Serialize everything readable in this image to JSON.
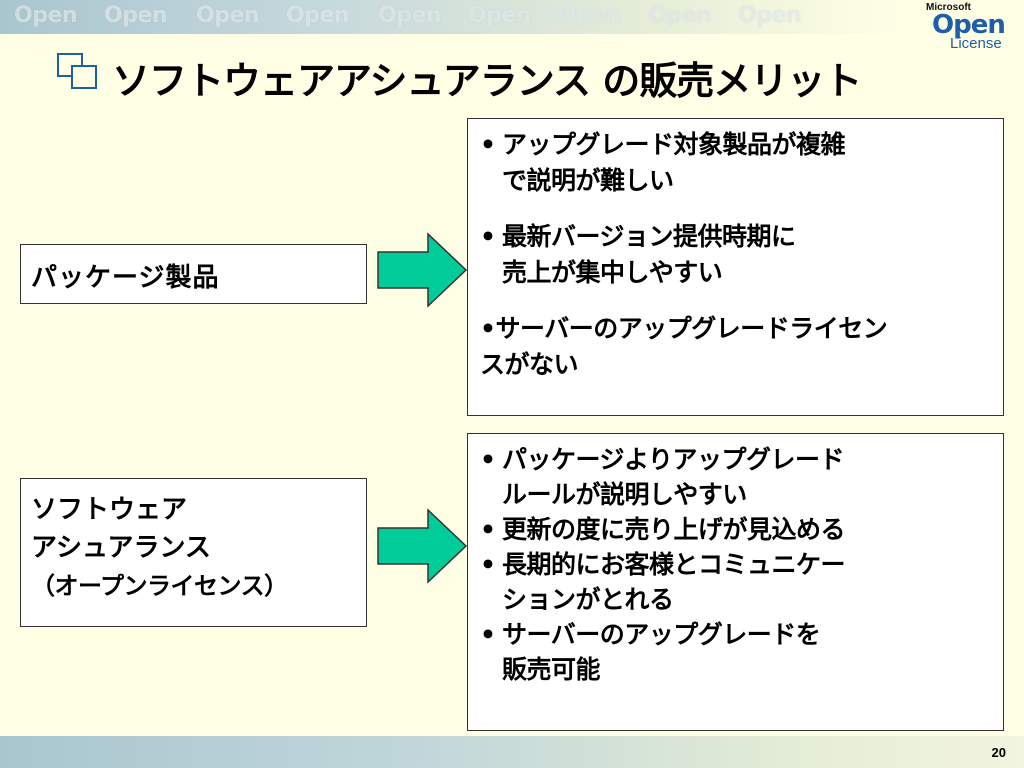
{
  "header": {
    "banner_words": [
      "Open",
      "Open",
      "Open",
      "Open",
      "Open",
      "Open",
      "Open",
      "Open",
      "Open"
    ],
    "logo": {
      "brand": "Microsoft",
      "product": "Open",
      "sub": "License"
    }
  },
  "slide": {
    "title": "ソフトウェアアシュアランス の販売メリット",
    "left": {
      "package_label": "パッケージ製品",
      "sa_label": {
        "line1": "ソフトウェア",
        "line2": "アシュアランス",
        "line3": "（オープンライセンス）"
      }
    },
    "package_points": [
      {
        "line1": "アップグレード対象製品が複雑",
        "line2": "で説明が難しい"
      },
      {
        "line1": "最新バージョン提供時期に",
        "line2": "売上が集中しやすい"
      },
      {
        "line1": "•サーバーのアップグレードライセン",
        "line2": "スがない"
      }
    ],
    "sa_points": [
      {
        "line1": "パッケージよりアップグレード",
        "line2": "ルールが説明しやすい"
      },
      {
        "line1": "更新の度に売り上げが見込める"
      },
      {
        "line1": "長期的にお客様とコミュニケー",
        "line2": "ションがとれる"
      },
      {
        "line1": "サーバーのアップグレードを",
        "line2": "販売可能"
      }
    ]
  },
  "footer": {
    "page_number": "20"
  },
  "colors": {
    "background": "#ffffe6",
    "arrow_fill": "#00cc99",
    "banner": "#a9c6cf",
    "logo_blue": "#1d5fa8"
  }
}
